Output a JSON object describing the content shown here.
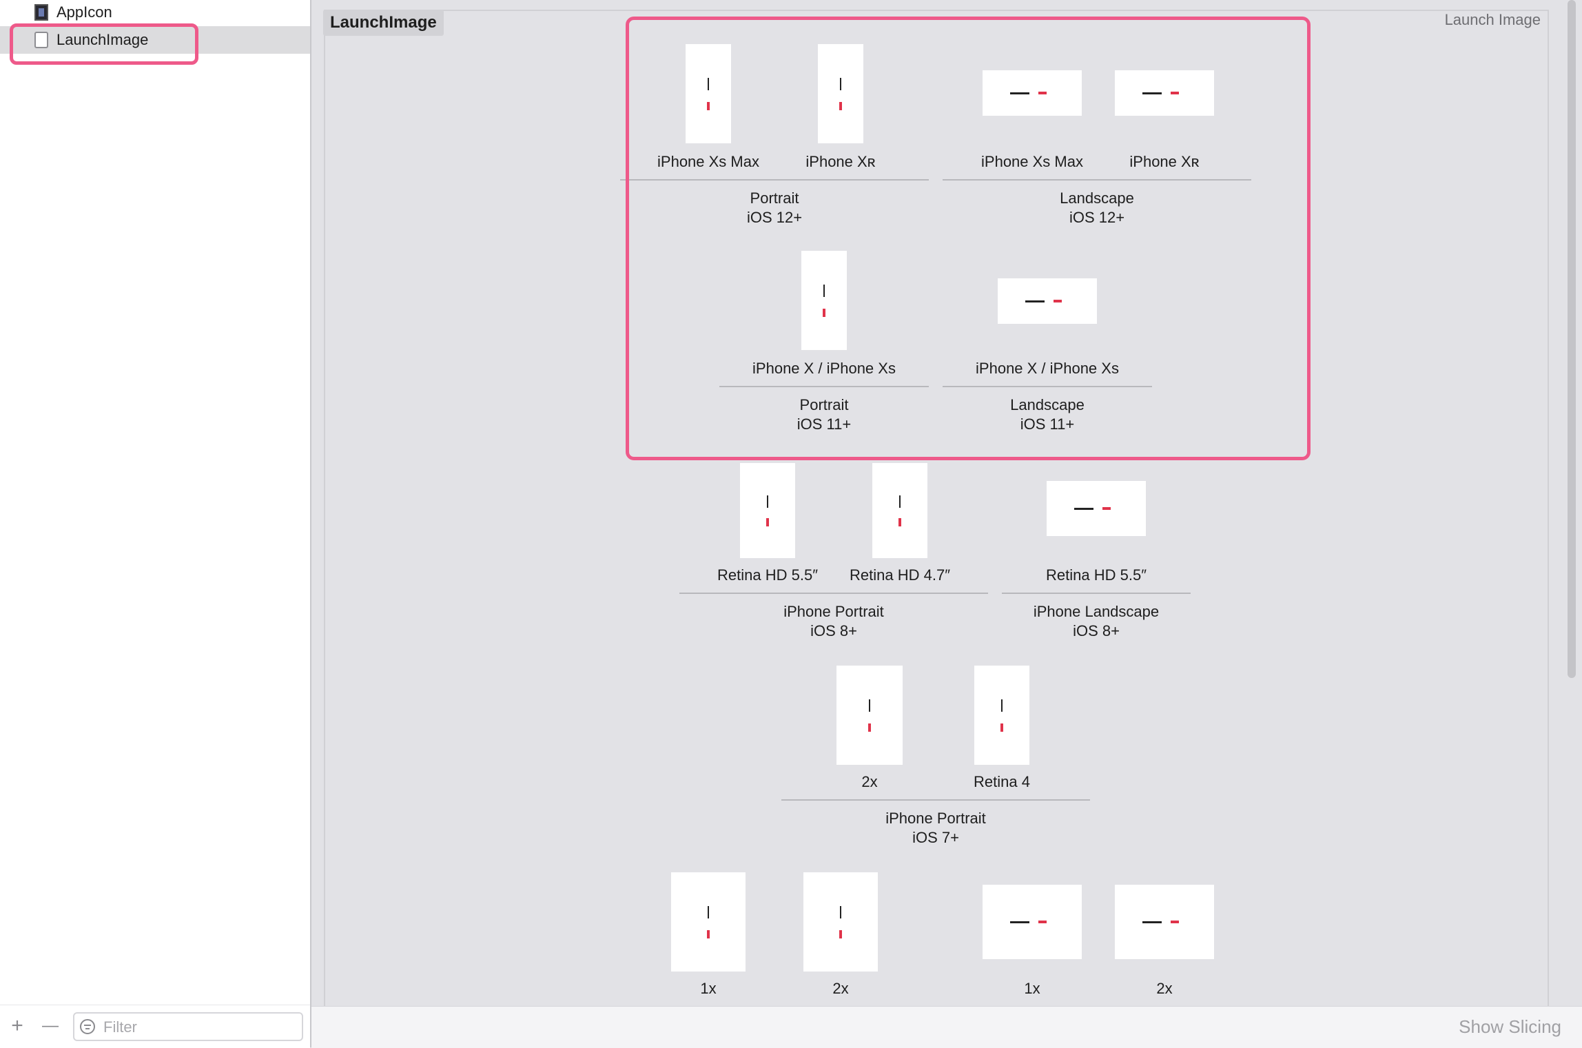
{
  "sidebar": {
    "items": [
      {
        "label": "AppIcon",
        "icon": "appicon-icon"
      },
      {
        "label": "LaunchImage",
        "icon": "launch-image-icon",
        "selected": true
      }
    ],
    "add_symbol": "+",
    "remove_symbol": "—",
    "filter_placeholder": "Filter"
  },
  "canvas": {
    "asset_name": "LaunchImage",
    "asset_type": "Launch Image",
    "show_slicing": "Show Slicing",
    "groups": [
      {
        "line1": "Portrait",
        "line2": "iOS 12+",
        "slots": [
          {
            "label": "iPhone Xs Max"
          },
          {
            "label": "iPhone Xʀ"
          }
        ]
      },
      {
        "line1": "Landscape",
        "line2": "iOS 12+",
        "slots": [
          {
            "label": "iPhone Xs Max"
          },
          {
            "label": "iPhone Xʀ"
          }
        ]
      },
      {
        "line1": "Portrait",
        "line2": "iOS 11+",
        "slots": [
          {
            "label": "iPhone X / iPhone Xs"
          }
        ]
      },
      {
        "line1": "Landscape",
        "line2": "iOS 11+",
        "slots": [
          {
            "label": "iPhone X / iPhone Xs"
          }
        ]
      },
      {
        "line1": "iPhone Portrait",
        "line2": "iOS 8+",
        "slots": [
          {
            "label": "Retina HD 5.5″"
          },
          {
            "label": "Retina HD 4.7″"
          }
        ]
      },
      {
        "line1": "iPhone Landscape",
        "line2": "iOS 8+",
        "slots": [
          {
            "label": "Retina HD 5.5″"
          }
        ]
      },
      {
        "line1": "iPhone Portrait",
        "line2": "iOS 7+",
        "slots": [
          {
            "label": "2x"
          },
          {
            "label": "Retina 4"
          }
        ]
      },
      {
        "line1": "",
        "line2": "",
        "slots": [
          {
            "label": "1x"
          },
          {
            "label": "2x"
          }
        ]
      },
      {
        "line1": "",
        "line2": "",
        "slots": [
          {
            "label": "1x"
          },
          {
            "label": "2x"
          }
        ]
      }
    ]
  },
  "colors": {
    "highlight": "#ee5a8a",
    "canvas_bg": "#e2e2e6",
    "sidebar_selected": "#dcdcde"
  }
}
